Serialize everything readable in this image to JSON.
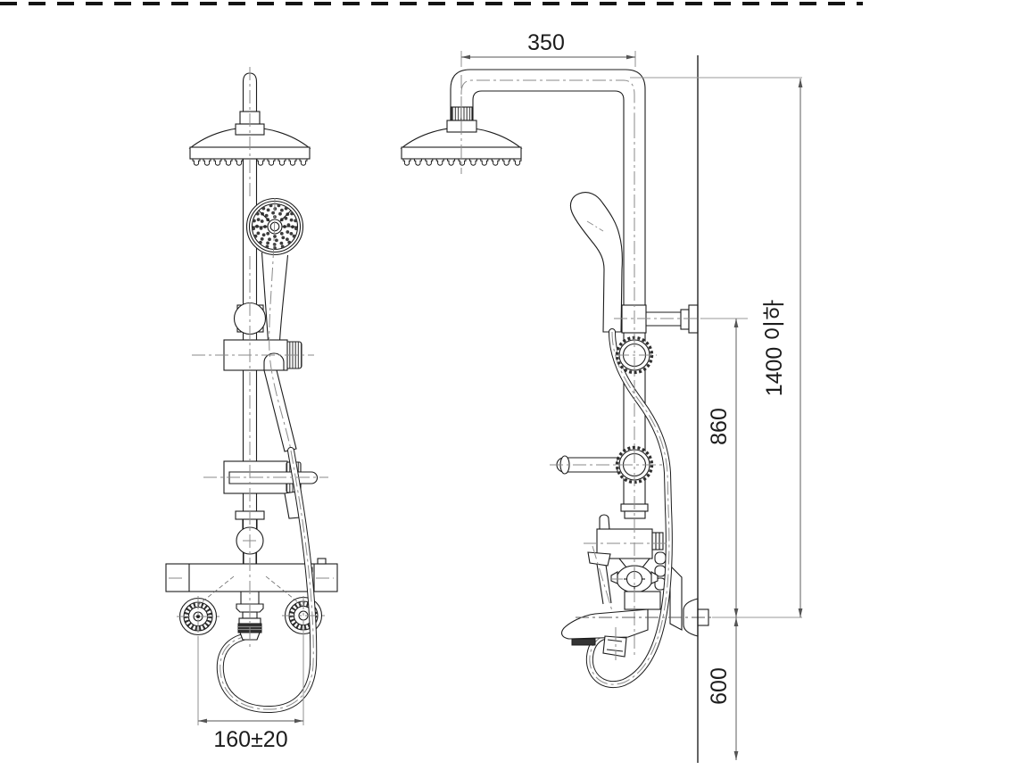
{
  "drawing": {
    "type": "shower-column-dimension-drawing",
    "labels": {
      "arm_reach": "350",
      "height_limit": "1400 이하",
      "bracket_to_spout": "860",
      "spout_to_floor": "600",
      "union_spacing": "160±20"
    }
  }
}
